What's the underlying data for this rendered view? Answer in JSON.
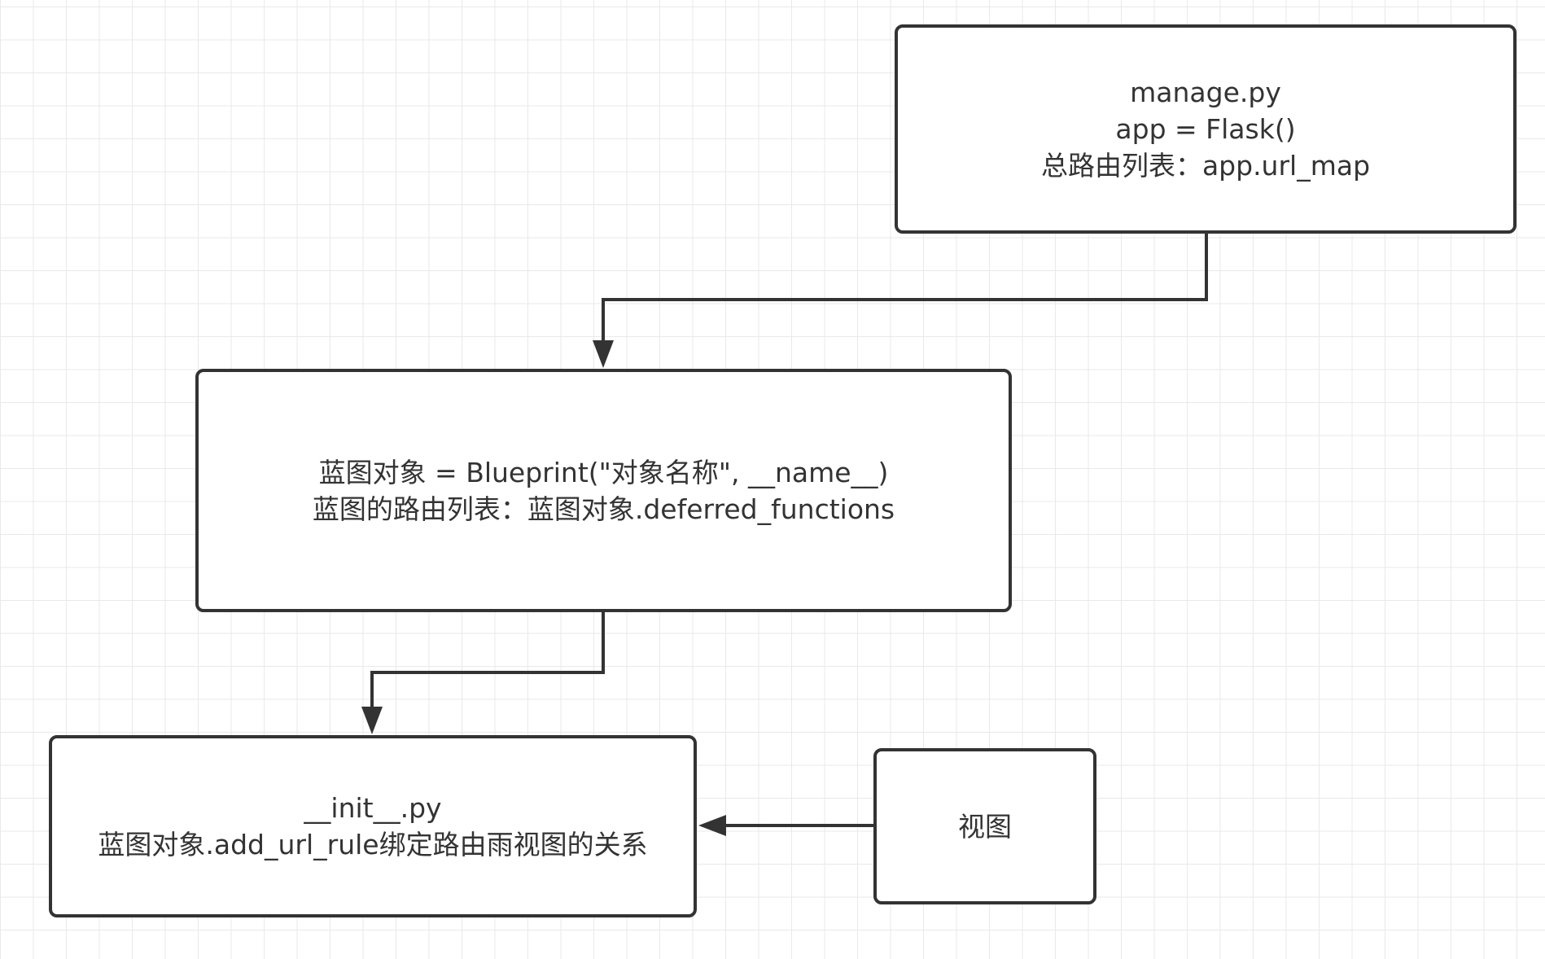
{
  "nodes": {
    "manage": {
      "line1": "manage.py",
      "line2": "app = Flask()",
      "line3": "总路由列表：app.url_map"
    },
    "blueprint": {
      "line1": "蓝图对象 = Blueprint(\"对象名称\", __name__)",
      "line2": "蓝图的路由列表：蓝图对象.deferred_functions"
    },
    "init": {
      "line1": "__init__.py",
      "line2": "蓝图对象.add_url_rule绑定路由雨视图的关系"
    },
    "view": {
      "line1": "视图"
    }
  },
  "edges": [
    {
      "from": "manage",
      "to": "blueprint"
    },
    {
      "from": "blueprint",
      "to": "init"
    },
    {
      "from": "view",
      "to": "init"
    }
  ],
  "colors": {
    "stroke": "#333333",
    "text": "#333333",
    "grid": "#e9e9e9",
    "background": "#ffffff"
  }
}
